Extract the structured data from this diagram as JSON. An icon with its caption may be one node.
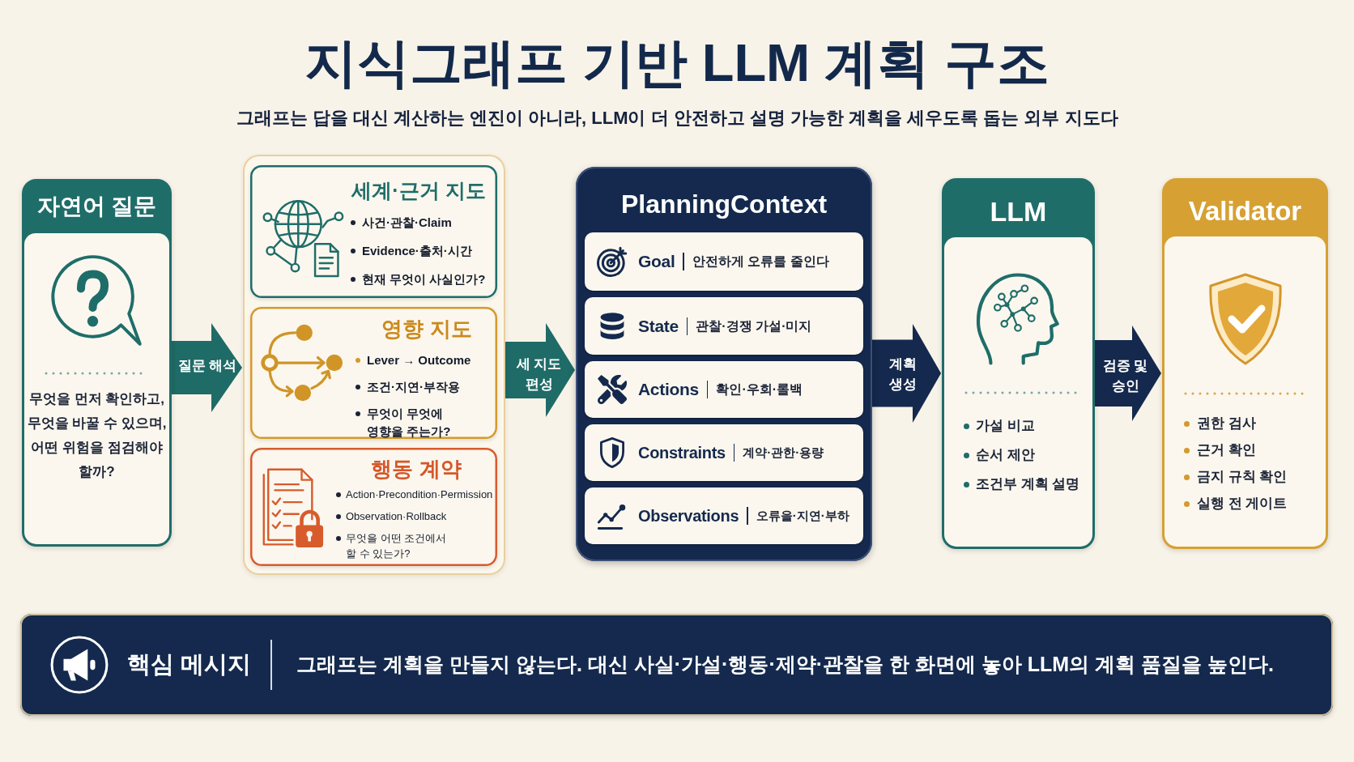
{
  "diagram": {
    "title": "지식그래프 기반 LLM 계획 구조",
    "caption": "그래프는 답을 대신 계산하는 엔진이 아니라, LLM이 더 안전하고 설명 가능한 계획을 세우도록 돕는 외부 지도다",
    "nodes": [
      {
        "text": [
          "자연어 질문",
          "무엇을 먼저 확인하고, 무엇을 바꿀 수 있으며, 어떤 위험을 점검해야 할까?"
        ]
      },
      {
        "text": [],
        "shape": "box"
      },
      {
        "text": [
          "세계·근거 지도",
          "사건·관찰·Claim",
          "Evidence·출처·시간",
          "현재 무엇이 사실인가?"
        ],
        "in": 1
      },
      {
        "text": [
          "영향 지도",
          "Lever → Outcome",
          "조건·지연·부작용",
          "무엇이 무엇에 영향을 주는가?"
        ],
        "in": 1
      },
      {
        "text": [
          "행동 계약",
          "Action·Precondition·Permission",
          "Observation·Rollback",
          "무엇을 어떤 조건에서 할 수 있는가?"
        ],
        "in": 1
      },
      {
        "text": [
          "PlanningContext"
        ]
      },
      {
        "text": [
          "Goal",
          "안전하게 오류를 줄인다"
        ],
        "in": 5
      },
      {
        "text": [
          "State",
          "관찰·경쟁 가설·미지"
        ],
        "in": 5
      },
      {
        "text": [
          "Actions",
          "확인·우회·롤백"
        ],
        "in": 5
      },
      {
        "text": [
          "Constraints",
          "계약·관한·용량"
        ],
        "in": 5
      },
      {
        "text": [
          "Observations",
          "오류을·지연·부하"
        ],
        "in": 5
      },
      {
        "text": [
          "LLM",
          "가설 비교",
          "순서 제안",
          "조건부 계획 설명"
        ]
      },
      {
        "text": [
          "Validator",
          "권한 검사",
          "근거 확인",
          "금지 규칙 확인",
          "실행 전 게이트"
        ]
      },
      {
        "text": [
          "핵심 메시지",
          "그래프는 계획을 만들지 않는다. 대신 사실·가설·행동·제약·관찰을 한 화면에 놓아 LLM의 계획 품질을 높인다."
        ]
      }
    ],
    "edges": [
      {
        "from": 0,
        "to": 1,
        "arrow": "to",
        "label": "질문 해석",
        "color": "#1f6b67"
      },
      {
        "from": 1,
        "to": 5,
        "arrow": "to",
        "label": "세 지도 편성",
        "color": "#1f6b67"
      },
      {
        "from": 5,
        "to": 11,
        "arrow": "to",
        "label": "계획 생성",
        "color": "#14294d"
      },
      {
        "from": 11,
        "to": 12,
        "arrow": "to",
        "label": "검증 및 승인",
        "color": "#14294d"
      }
    ]
  }
}
